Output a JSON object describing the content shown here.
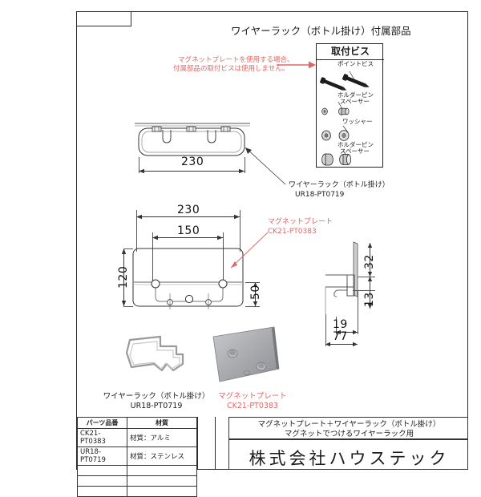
{
  "sheet": {
    "title": "ワイヤーラック（ボトル掛け）付属部品",
    "warning_note_line1": "マグネットプレートを使用する場合、",
    "warning_note_line2": "付属部品の取付ビスは使用しません。",
    "warning_color": "#e06666"
  },
  "parts_box": {
    "title": "取付ビス",
    "items": [
      {
        "label": "ポイントビス",
        "icon": "screw-icon"
      },
      {
        "label_line1": "ホルダーピン",
        "label_line2": "スペーサー",
        "icon": "pin-spacer-small-icon"
      },
      {
        "label": "ワッシャー",
        "icon": "washer-icon"
      },
      {
        "label_line1": "ホルダーピン",
        "label_line2": "スペーサー",
        "icon": "pin-spacer-large-icon"
      }
    ]
  },
  "top_view": {
    "dimension_width": "230",
    "callout_line1": "ワイヤーラック（ボトル掛け）",
    "callout_line2": "UR18-PT0719"
  },
  "main_view": {
    "dim_overall_width": "230",
    "dim_hole_pitch": "150",
    "dim_height": "120",
    "dim_lower": "50",
    "callout_line1": "マグネットプレート",
    "callout_line2": "CK21-PT0383",
    "callout_color": "#e06666"
  },
  "side_view": {
    "dim_top": "32",
    "dim_mid": "13",
    "dim_inner": "19",
    "dim_depth": "77"
  },
  "photos": [
    {
      "name": "wire-rack-photo",
      "caption_line1": "ワイヤーラック（ボトル掛け）",
      "caption_line2": "UR18-PT0719",
      "caption_color": "#333333"
    },
    {
      "name": "magnet-plate-photo",
      "caption_line1": "マグネットプレート",
      "caption_line2": "CK21-PT0383",
      "caption_color": "#e06666"
    }
  ],
  "spec_table": {
    "headers": [
      "パーツ品番",
      "材質"
    ],
    "rows": [
      [
        "CK21-PT0383",
        "材質：アルミ"
      ],
      [
        "UR18-PT0719",
        "材質：ステンレス"
      ],
      [
        "",
        ""
      ],
      [
        "",
        ""
      ],
      [
        "",
        ""
      ]
    ]
  },
  "title_block": {
    "product_line1": "マグネットプレート＋ワイヤーラック（ボトル掛け）",
    "product_line2": "マグネットでつけるワイヤーラック用",
    "company": "株式会社ハウステック"
  }
}
